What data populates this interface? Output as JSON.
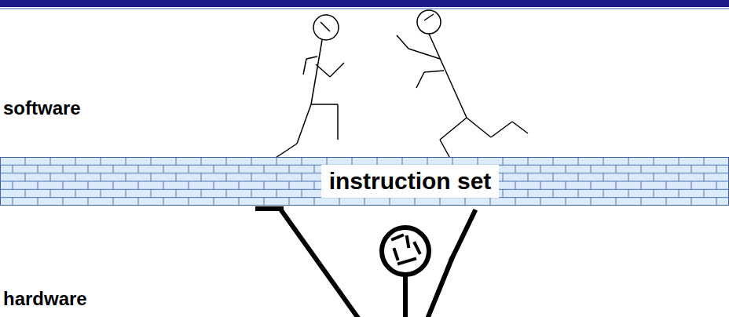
{
  "diagram": {
    "nodes": [
      {
        "text": [
          "instruction set"
        ]
      }
    ],
    "labels": [
      "software",
      "hardware"
    ]
  }
}
